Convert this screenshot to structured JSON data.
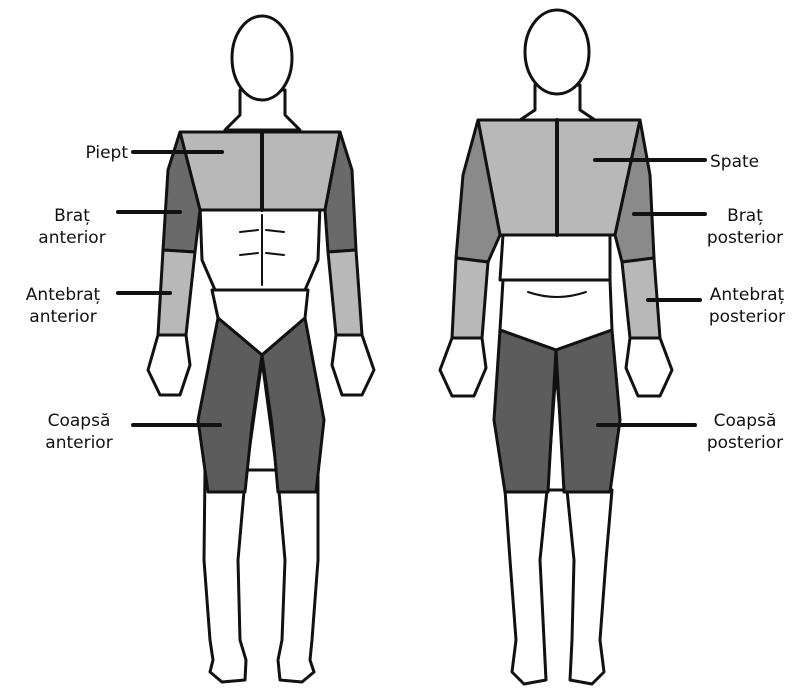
{
  "colors": {
    "outline": "#111111",
    "skin": "#ffffff",
    "light_region": "#b8b8b8",
    "medium_region": "#8a8a8a",
    "dark_region": "#5c5c5c",
    "leader_line": "#111111"
  },
  "front_labels": {
    "chest": {
      "line1": "Piept"
    },
    "upper_arm": {
      "line1": "Braț",
      "line2": "anterior"
    },
    "forearm": {
      "line1": "Antebraț",
      "line2": "anterior"
    },
    "thigh": {
      "line1": "Coapsă",
      "line2": "anterior"
    }
  },
  "back_labels": {
    "back": {
      "line1": "Spate"
    },
    "upper_arm": {
      "line1": "Braț",
      "line2": "posterior"
    },
    "forearm": {
      "line1": "Antebraț",
      "line2": "posterior"
    },
    "thigh": {
      "line1": "Coapsă",
      "line2": "posterior"
    }
  }
}
